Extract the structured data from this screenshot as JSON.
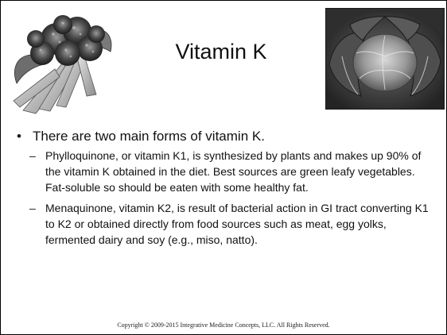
{
  "slide": {
    "title": "Vitamin K",
    "bullets": [
      {
        "text": "There are two main forms of vitamin K.",
        "marker": "•",
        "subitems": [
          {
            "marker": "–",
            "text": "Phylloquinone, or vitamin K1, is synthesized by plants and makes up 90% of the vitamin K obtained in the diet. Best sources are green leafy vegetables. Fat-soluble so should be eaten with some healthy fat."
          },
          {
            "marker": "–",
            "text": "Menaquinone, vitamin K2, is result of bacterial action in GI tract converting K1 to K2 or obtained directly from food sources such as meat, egg yolks, fermented dairy and soy (e.g., miso, natto)."
          }
        ]
      }
    ],
    "copyright": "Copyright © 2009-2015 Integrative Medicine Concepts, LLC. All Rights Reserved."
  },
  "images": {
    "left": "broccoli-photo",
    "right": "cabbage-photo"
  },
  "colors": {
    "text": "#111111",
    "border": "#000000",
    "background": "#ffffff"
  }
}
